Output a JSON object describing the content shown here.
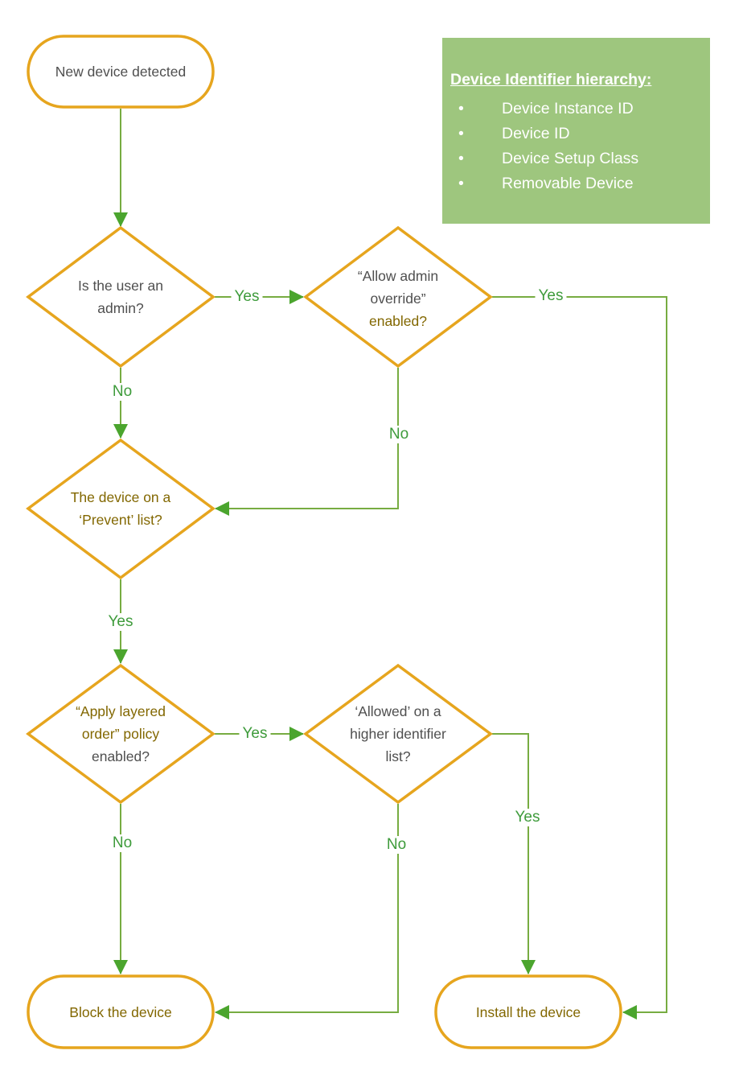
{
  "colors": {
    "node_border_orange": "#E6A51E",
    "connector_green": "#77AC41",
    "arrowhead_green": "#4BA52E",
    "label_green": "#3E9B3B",
    "info_box_green": "#9EC67E",
    "text_gray": "#4F4F4F",
    "text_olive": "#826700"
  },
  "info_box": {
    "title": "Device Identifier hierarchy:",
    "items": [
      "Device Instance ID",
      "Device ID",
      "Device Setup Class",
      "Removable Device"
    ]
  },
  "nodes": {
    "start": {
      "label": "New device detected"
    },
    "is_user_admin": {
      "text": "Is the user an admin?"
    },
    "allow_admin_override": {
      "text_main": "“Allow admin override”",
      "text_suffix": "enabled?"
    },
    "prevent_list": {
      "text": "The device on a ‘Prevent’ list?"
    },
    "apply_layered_order": {
      "text_main": "“Apply layered order” policy",
      "text_suffix": "enabled?"
    },
    "higher_identifier": {
      "text": "‘Allowed’ on a higher identifier list?"
    },
    "block": {
      "label": "Block the device"
    },
    "install": {
      "label": "Install the device"
    }
  },
  "edge_labels": {
    "admin_yes": "Yes",
    "admin_no": "No",
    "override_yes": "Yes",
    "override_no": "No",
    "prevent_yes": "Yes",
    "layered_yes": "Yes",
    "layered_no": "No",
    "higher_yes": "Yes",
    "higher_no": "No"
  }
}
